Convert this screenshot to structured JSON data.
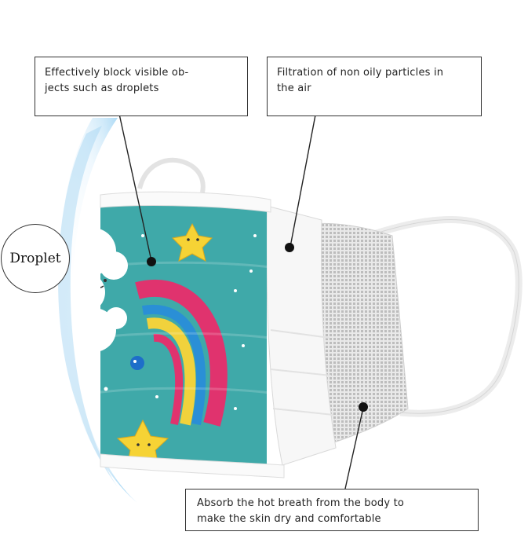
{
  "callouts": {
    "block_droplets": {
      "line1": "Effectively block visible ob-",
      "line2": "jects such as droplets"
    },
    "filtration": {
      "line1": "Filtration of non oily particles in",
      "line2": "the air"
    },
    "absorb_breath": {
      "line1": "Absorb the hot breath from the body to",
      "line2": "make the skin dry and comfortable"
    }
  },
  "droplet_label": "Droplet",
  "colors": {
    "mask_teal": "#3fa9a9",
    "rainbow_pink": "#e0336e",
    "rainbow_yellow": "#f1d23c",
    "rainbow_blue": "#2a8fd6",
    "star_yellow": "#f6d335",
    "shield_blue": "#9fd3f2"
  }
}
